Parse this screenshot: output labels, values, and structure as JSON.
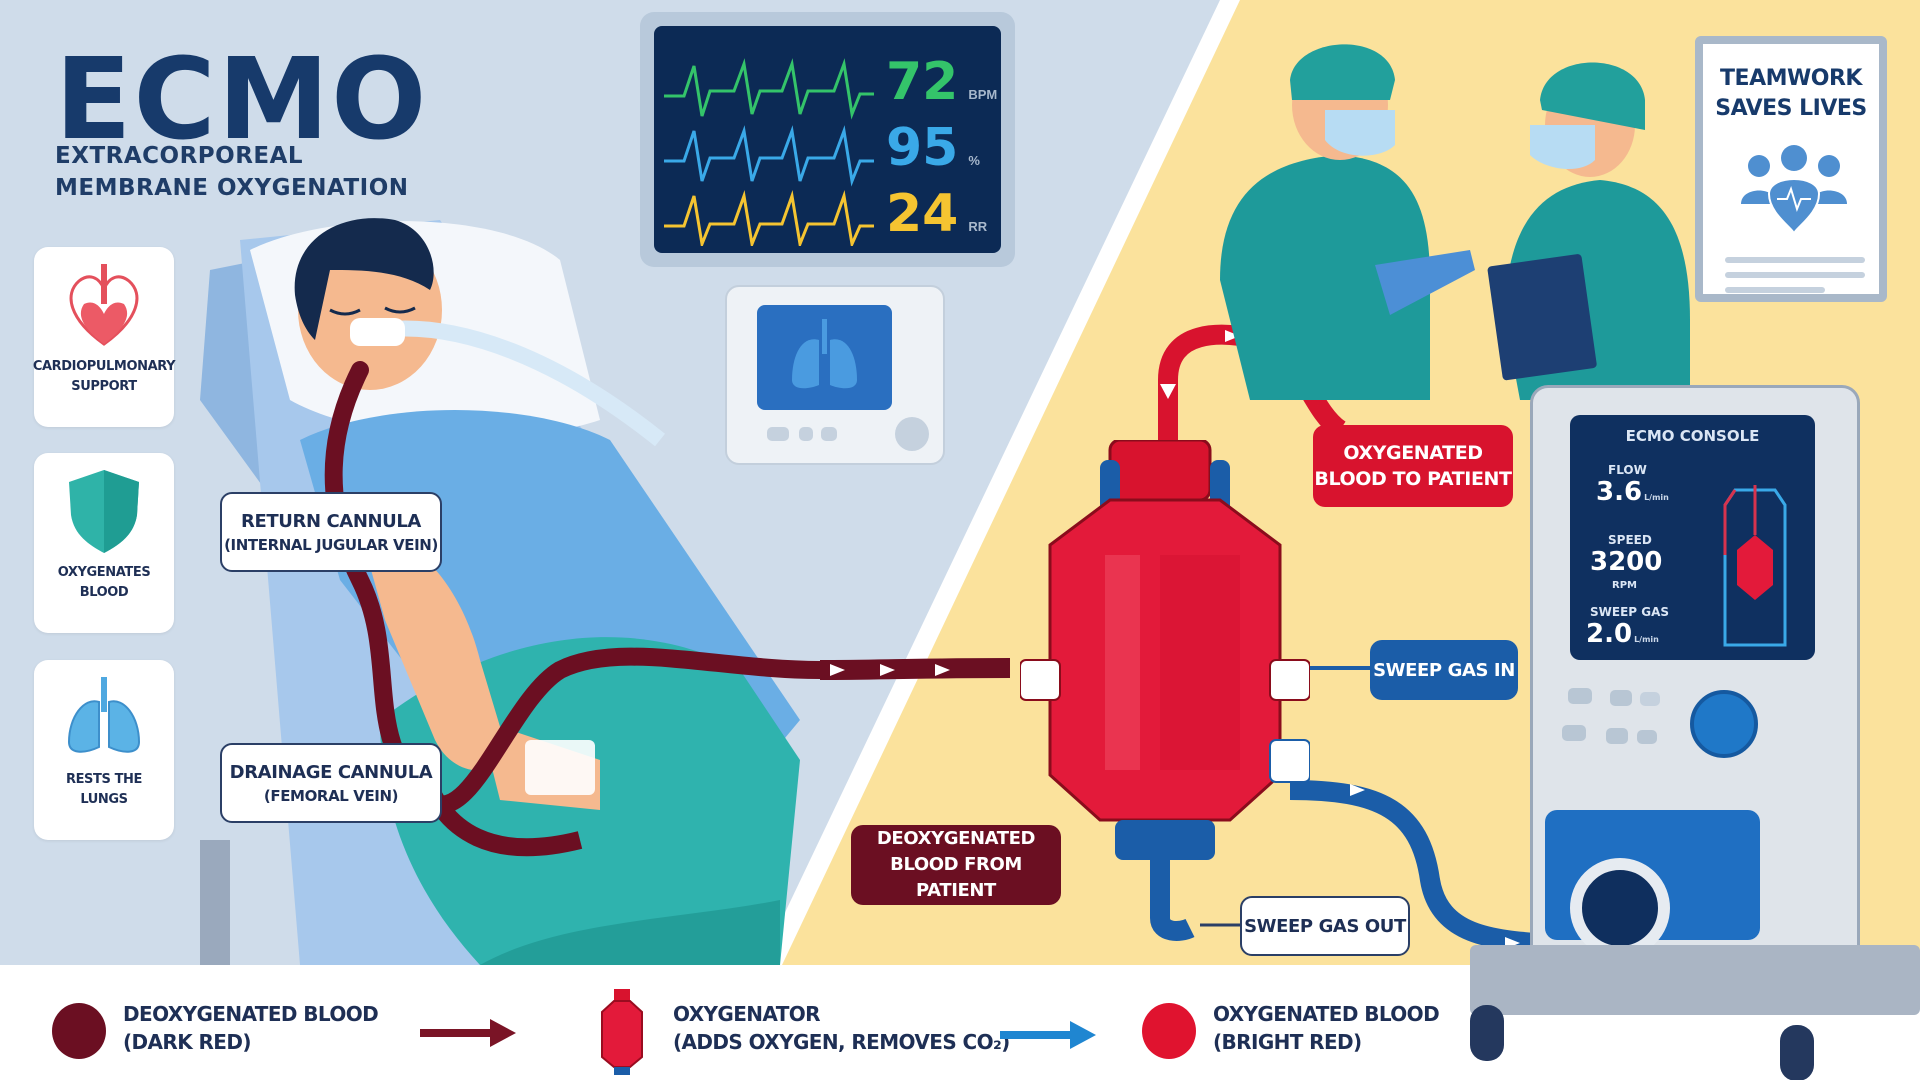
{
  "header": {
    "title": "ECMO",
    "subtitle_line1": "EXTRACORPOREAL",
    "subtitle_line2": "MEMBRANE OXYGENATION"
  },
  "features": [
    {
      "icon": "heart-lungs-icon",
      "line1": "CARDIOPULMONARY",
      "line2": "SUPPORT"
    },
    {
      "icon": "shield-icon",
      "line1": "OXYGENATES",
      "line2": "BLOOD"
    },
    {
      "icon": "lungs-icon",
      "line1": "RESTS THE",
      "line2": "LUNGS"
    }
  ],
  "vitals_monitor": {
    "heart_rate": {
      "value": "72",
      "unit": "BPM",
      "color": "#34c46a"
    },
    "spo2": {
      "value": "95",
      "unit": "%",
      "color": "#3aa9e8"
    },
    "resp_rate": {
      "value": "24",
      "unit": "RR",
      "color": "#f5c431"
    }
  },
  "callouts": {
    "return_cannula": {
      "line1": "RETURN CANNULA",
      "line2": "(INTERNAL JUGULAR VEIN)"
    },
    "drainage_cannula": {
      "line1": "DRAINAGE CANNULA",
      "line2": "(FEMORAL VEIN)"
    },
    "oxygenated_to_patient": {
      "line1": "OXYGENATED",
      "line2": "BLOOD TO PATIENT"
    },
    "sweep_gas_in": {
      "label": "SWEEP GAS IN"
    },
    "deoxygenated_from_patient": {
      "line1": "DEOXYGENATED",
      "line2": "BLOOD FROM PATIENT"
    },
    "sweep_gas_out": {
      "label": "SWEEP GAS OUT"
    }
  },
  "poster": {
    "line1": "TEAMWORK",
    "line2": "SAVES LIVES"
  },
  "ecmo_console": {
    "title": "ECMO CONSOLE",
    "flow_label": "FLOW",
    "flow_value": "3.6",
    "flow_unit": "L/min",
    "speed_label": "SPEED",
    "speed_value": "3200",
    "speed_unit": "RPM",
    "sweep_label": "SWEEP GAS",
    "sweep_value": "2.0",
    "sweep_unit": "L/min"
  },
  "legend": {
    "deoxygenated": {
      "line1": "DEOXYGENATED BLOOD",
      "line2": "(DARK RED)",
      "color": "#6b0f22"
    },
    "oxygenator": {
      "line1": "OXYGENATOR",
      "line2": "(ADDS OXYGEN, REMOVES CO₂)"
    },
    "oxygenated": {
      "line1": "OXYGENATED BLOOD",
      "line2": "(BRIGHT RED)",
      "color": "#e0132f"
    },
    "arrow1_color": "#7a1426",
    "arrow2_color": "#1f86d1"
  },
  "colors": {
    "left_bg": "#cfdcea",
    "right_bg": "#fbe29c",
    "navy": "#173a6b",
    "scrubs": "#1e9a9a"
  }
}
